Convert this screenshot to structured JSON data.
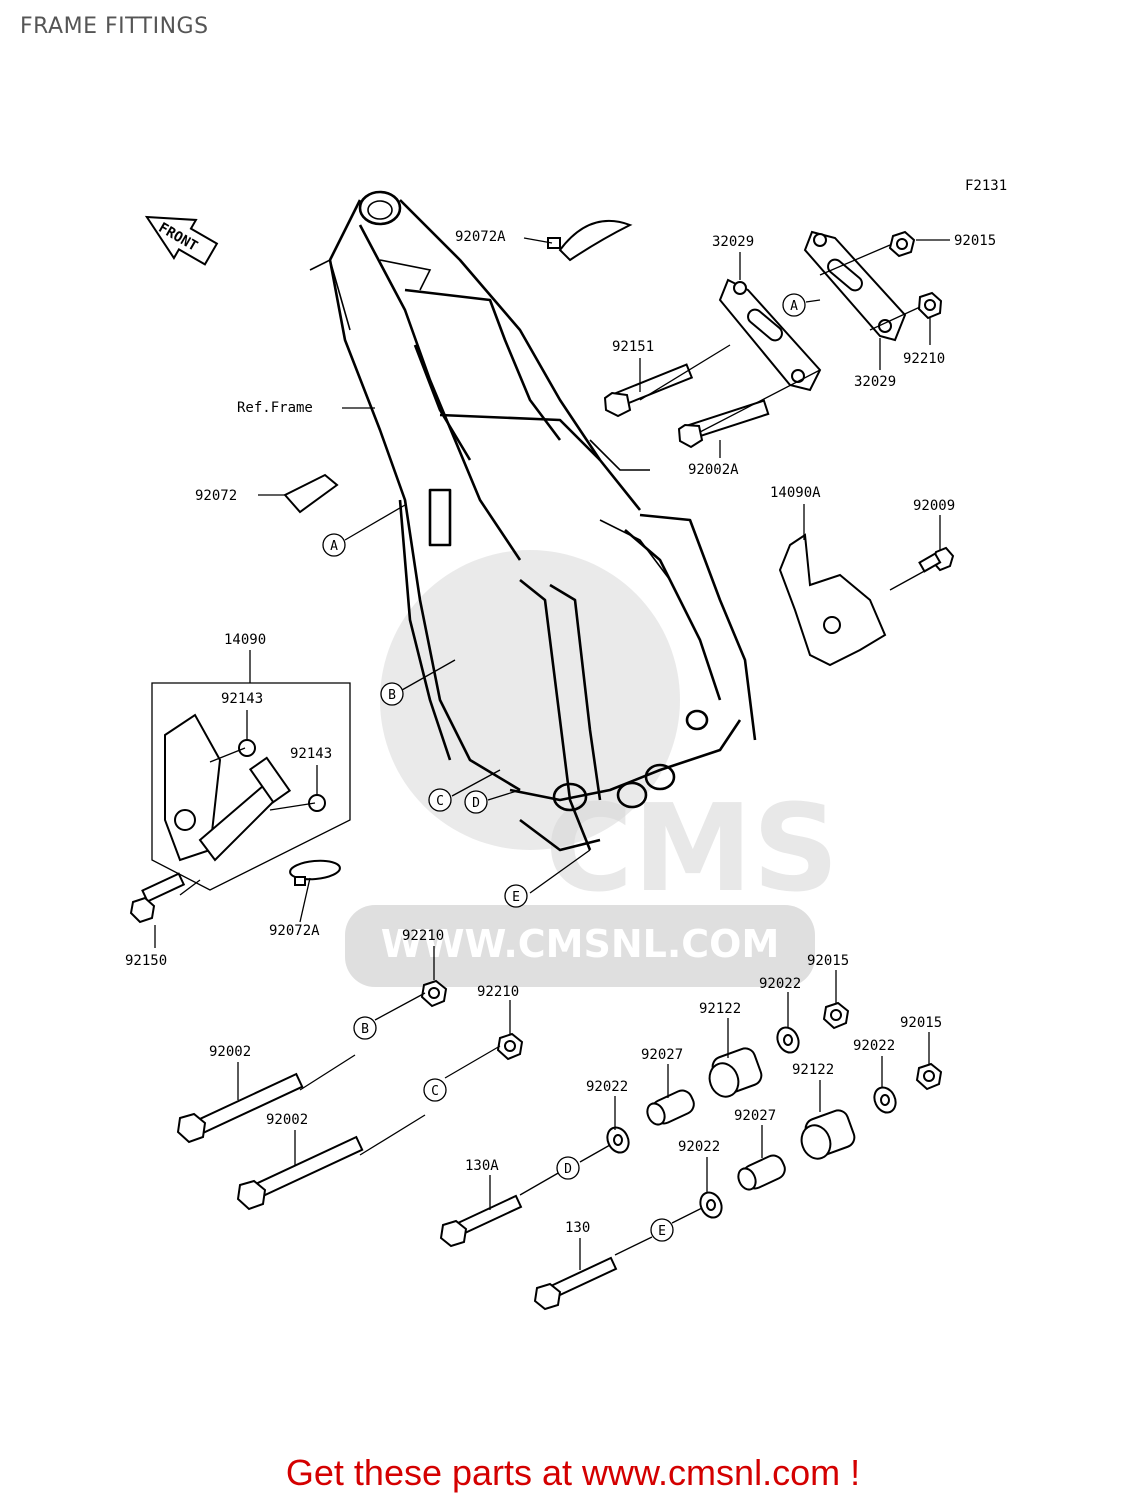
{
  "title": "FRAME FITTINGS",
  "figure_code": "F2131",
  "front_label": "FRONT",
  "ref_frame_label": "Ref.Frame",
  "watermark": {
    "logo": "CMS",
    "url": "WWW.CMSNL.COM"
  },
  "part_labels": {
    "p92072A_top": "92072A",
    "p32029_top": "32029",
    "p92015_top": "92015",
    "p92151": "92151",
    "p92210_right": "92210",
    "p32029_bottom": "32029",
    "p92002A": "92002A",
    "p92072": "92072",
    "p14090A": "14090A",
    "p92009": "92009",
    "p14090": "14090",
    "p92143_a": "92143",
    "p92143_b": "92143",
    "p92150": "92150",
    "p92072A_bottom": "92072A",
    "p92210_b": "92210",
    "p92210_c": "92210",
    "p92002_b": "92002",
    "p92002_c": "92002",
    "p92015_b": "92015",
    "p92022_a": "92022",
    "p92122_a": "92122",
    "p92027_a": "92027",
    "p92022_b": "92022",
    "p92015_c": "92015",
    "p92022_c": "92022",
    "p92122_b": "92122",
    "p130A": "130A",
    "p92027_b": "92027",
    "p92022_d": "92022",
    "p130": "130"
  },
  "callouts": [
    "A",
    "B",
    "C",
    "D",
    "E"
  ],
  "footer": {
    "text": "Get these parts at www.cmsnl.com !"
  }
}
